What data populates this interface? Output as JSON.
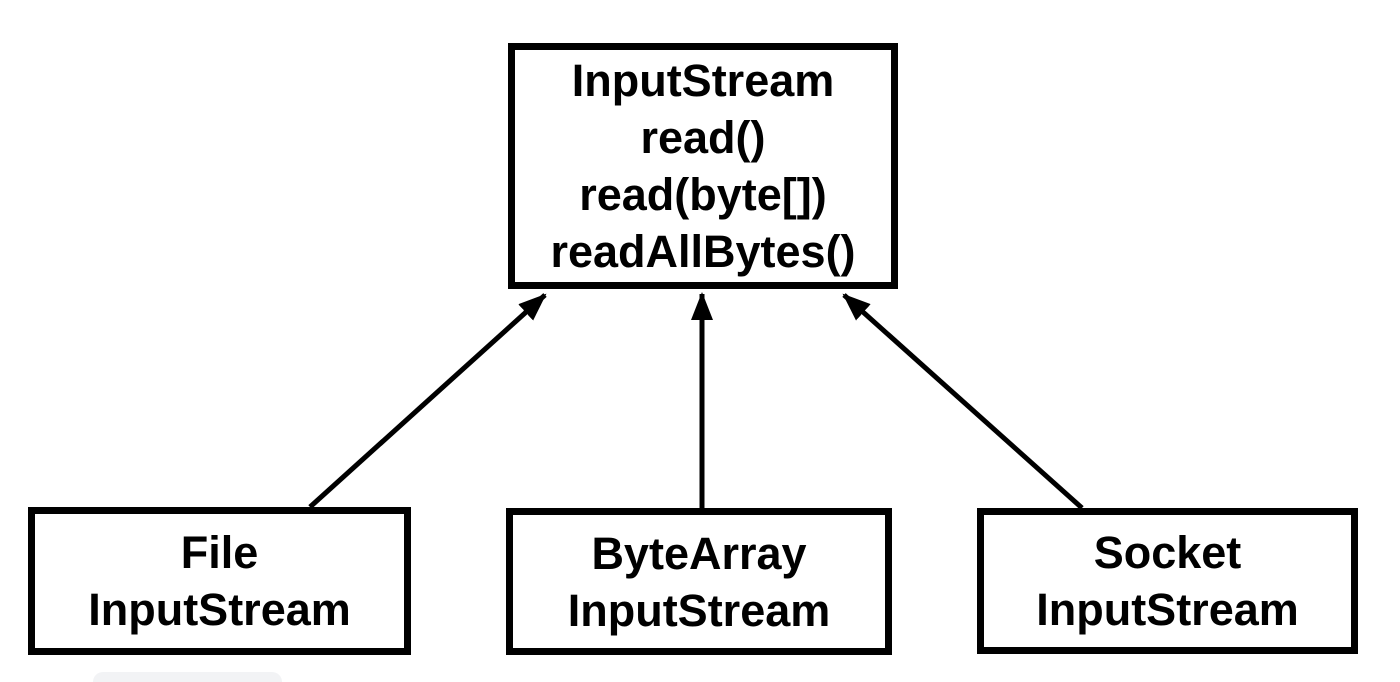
{
  "diagram": {
    "title_hint": "InputStream class hierarchy",
    "colors": {
      "background": "#ffffff",
      "stroke": "#000000",
      "text": "#000000",
      "cropped_element": "#f2f3f5"
    },
    "parent": {
      "lines": {
        "0": "InputStream",
        "1": "read()",
        "2": "read(byte[])",
        "3": "readAllBytes()"
      }
    },
    "children": {
      "0": {
        "lines": {
          "0": "File",
          "1": "InputStream"
        }
      },
      "1": {
        "lines": {
          "0": "ByteArray",
          "1": "InputStream"
        }
      },
      "2": {
        "lines": {
          "0": "Socket",
          "1": "InputStream"
        }
      }
    },
    "edges": [
      {
        "from": "FileInputStream",
        "to": "InputStream",
        "type": "inheritance-arrow"
      },
      {
        "from": "ByteArrayInputStream",
        "to": "InputStream",
        "type": "inheritance-arrow"
      },
      {
        "from": "SocketInputStream",
        "to": "InputStream",
        "type": "inheritance-arrow"
      }
    ]
  }
}
